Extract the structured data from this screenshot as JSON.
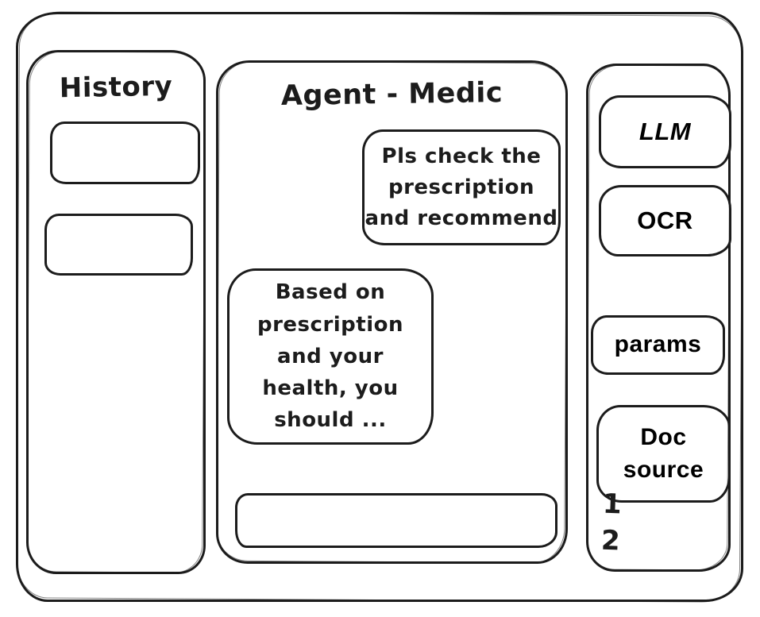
{
  "colors": {
    "ink": "#1c1c1c",
    "background": "#ffffff"
  },
  "history_panel": {
    "title": "History",
    "items": [
      {
        "label": ""
      },
      {
        "label": ""
      }
    ]
  },
  "chat_panel": {
    "title": "Agent - Medic",
    "messages": [
      {
        "role": "user",
        "text": "Pls check the\nprescription\nand recommend"
      },
      {
        "role": "assistant",
        "text": "Based on\nprescription\nand your\nhealth, you\nshould ..."
      }
    ],
    "input": {
      "value": "",
      "placeholder": ""
    }
  },
  "tools_panel": {
    "llm_label": "LLM",
    "ocr_label": "OCR",
    "params_label": "params",
    "doc_source_label": "Doc\nsource",
    "source_list": [
      "1",
      "2"
    ]
  }
}
